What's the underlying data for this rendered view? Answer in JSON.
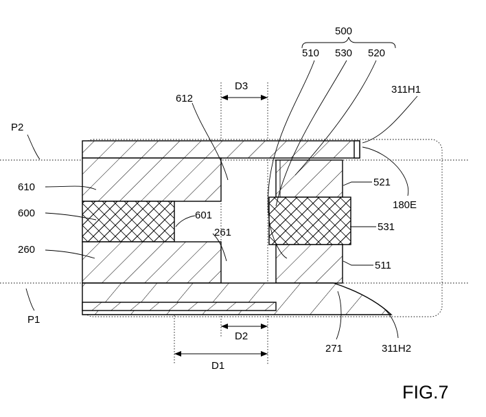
{
  "figure": {
    "caption": "FIG.7",
    "labels": {
      "l500": "500",
      "l510": "510",
      "l530": "530",
      "l520": "520",
      "l311H1": "311H1",
      "l612": "612",
      "lD3": "D3",
      "lP2": "P2",
      "l610": "610",
      "l521": "521",
      "l180E": "180E",
      "l600": "600",
      "l601": "601",
      "l531": "531",
      "l261": "261",
      "l260": "260",
      "l511": "511",
      "lP1": "P1",
      "lD2": "D2",
      "l271": "271",
      "l311H2": "311H2",
      "lD1": "D1"
    }
  }
}
